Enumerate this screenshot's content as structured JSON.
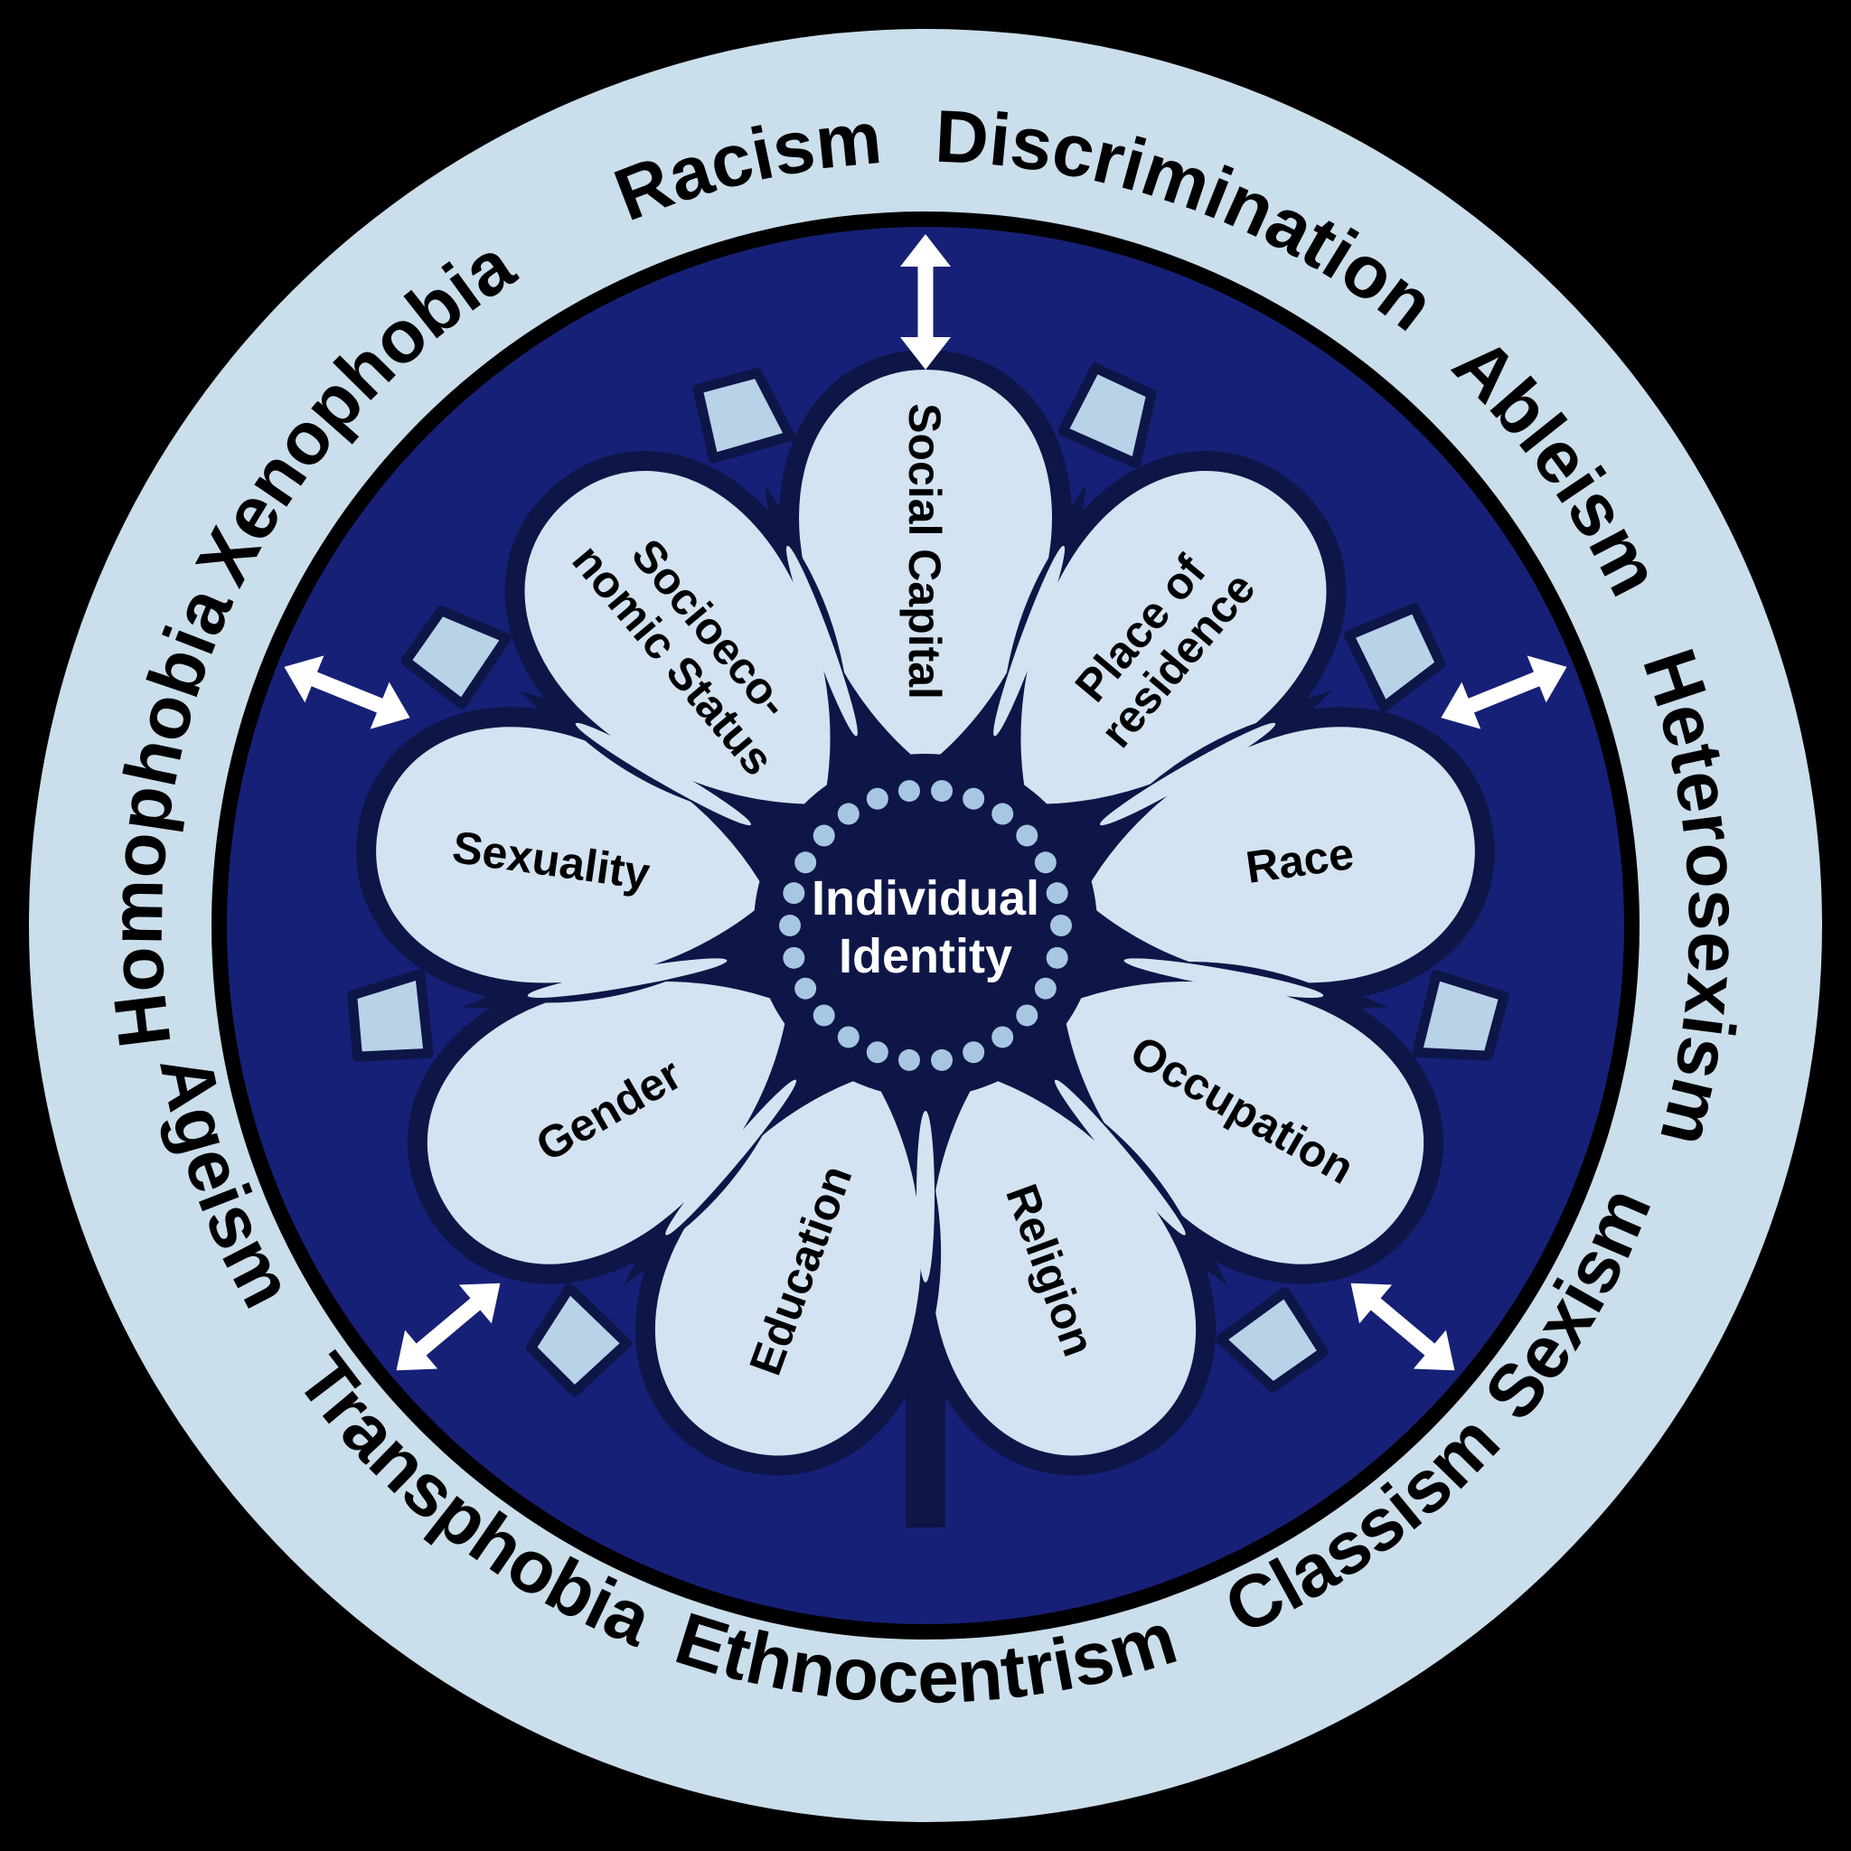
{
  "diagram": {
    "kind": "identity-flower-wheel",
    "center": {
      "lines": [
        "Individual",
        "Identity"
      ]
    },
    "petals": [
      {
        "id": "social-capital",
        "lines": [
          "Social Capital"
        ]
      },
      {
        "id": "place-of-residence",
        "lines": [
          "Place of",
          "residence"
        ]
      },
      {
        "id": "race",
        "lines": [
          "Race"
        ]
      },
      {
        "id": "occupation",
        "lines": [
          "Occupation"
        ]
      },
      {
        "id": "religion",
        "lines": [
          "Religion"
        ]
      },
      {
        "id": "education",
        "lines": [
          "Education"
        ]
      },
      {
        "id": "gender",
        "lines": [
          "Gender"
        ]
      },
      {
        "id": "sexuality",
        "lines": [
          "Sexuality"
        ]
      },
      {
        "id": "socioeconomic-status",
        "lines": [
          "Socioeco-",
          "nomic Status"
        ]
      }
    ],
    "ring_terms_top": [
      "Homophobia",
      "Xenophobia",
      "Racism",
      "Discrimination",
      "Ableism",
      "Heterosexism"
    ],
    "ring_terms_bottom": [
      "Ageism",
      "Transphobia",
      "Ethnocentrism",
      "Classism",
      "Sexism"
    ],
    "colors": {
      "background": "#000000",
      "ring": "#cbdeeb",
      "inner_disc": "#172077",
      "outline_navy": "#0d1647",
      "petal": "#d3e3f1",
      "diamond": "#b8d2e8",
      "dot": "#a6c6e1",
      "ring_text": "#000000",
      "petal_text": "#000000",
      "center_text": "#ffffff",
      "arrow": "#ffffff"
    }
  }
}
